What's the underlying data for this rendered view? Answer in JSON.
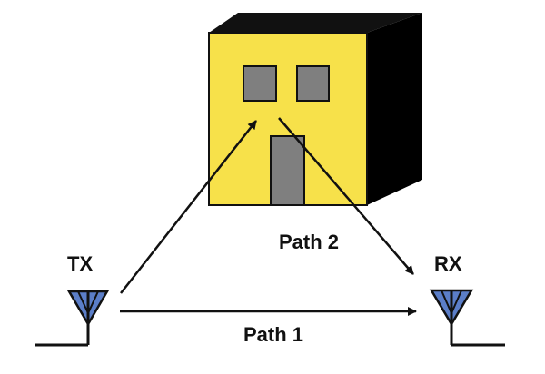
{
  "labels": {
    "tx": "TX",
    "rx": "RX",
    "path1": "Path 1",
    "path2": "Path 2"
  },
  "colors": {
    "building_front": "#f7e14a",
    "building_side": "#000000",
    "building_top": "#111111",
    "window": "#7f7f7f",
    "door": "#7f7f7f",
    "outline": "#111111",
    "antenna_fill": "#5b7ec8",
    "arrow": "#111111",
    "text": "#111111"
  },
  "icons": {
    "transmitter": "antenna-icon",
    "receiver": "antenna-icon",
    "building": "building-icon"
  }
}
